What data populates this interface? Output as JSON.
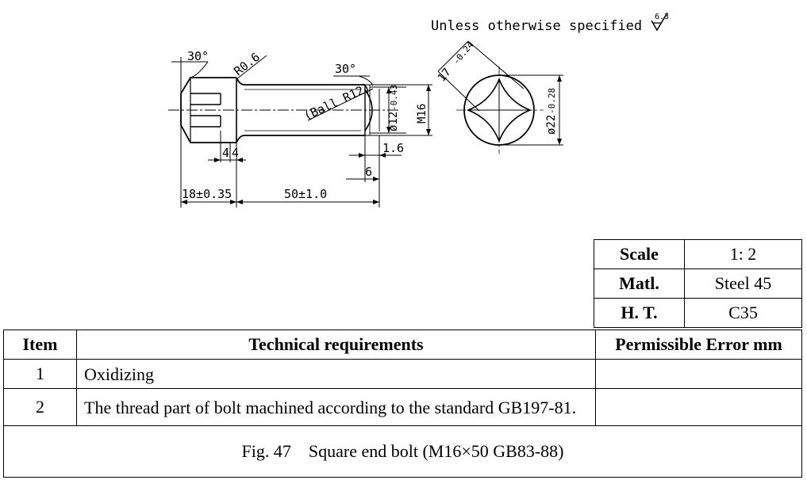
{
  "note": {
    "text": "Unless otherwise specified",
    "roughness": "6.3"
  },
  "drawing": {
    "dims": {
      "chamfer_angle_head": "30°",
      "fillet_radius": "R0.6",
      "chamfer_angle_end": "30°",
      "ball_radius": "(Ball R12)",
      "undercut_dia_main": "ø12",
      "undercut_dia_tol": "-0.43",
      "thread": "M16",
      "groove_width": "1.6",
      "end_length": "6",
      "head_step_a": "4",
      "head_step_b": "4",
      "head_length": "18±0.35",
      "shank_length": "50±1.0",
      "across_flats_main": "17",
      "across_flats_tol": "-0.24",
      "head_dia_main": "ø22",
      "head_dia_tol": "-0.28"
    }
  },
  "props": {
    "rows": [
      {
        "label": "Scale",
        "value": "1: 2"
      },
      {
        "label": "Matl.",
        "value": "Steel 45"
      },
      {
        "label": "H. T.",
        "value": "C35"
      }
    ]
  },
  "requirements": {
    "headers": {
      "item": "Item",
      "req": "Technical requirements",
      "err": "Permissible Error mm"
    },
    "rows": [
      {
        "item": "1",
        "text": "Oxidizing",
        "err": ""
      },
      {
        "item": "2",
        "text": "The thread part of bolt machined according to the standard GB197-81.",
        "err": ""
      }
    ]
  },
  "caption": "Fig. 47    Square end bolt (M16×50 GB83-88)"
}
